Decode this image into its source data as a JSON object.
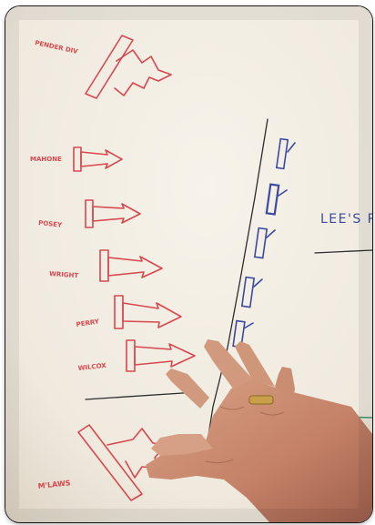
{
  "photo": {
    "board_background": "#f0ebe0",
    "red_marker": "#d8484e",
    "blue_marker": "#3a4aa0",
    "black_marker": "#2c2c2c",
    "green_marker": "#3d9a6b",
    "skin_tone": "#c78b70",
    "red_labels": [
      {
        "text": "PENDER DIV"
      },
      {
        "text": "MAHONE"
      },
      {
        "text": "POSEY"
      },
      {
        "text": "WRIGHT"
      },
      {
        "text": "PERRY"
      },
      {
        "text": "WILCOX"
      },
      {
        "text": "M'LAWS"
      }
    ],
    "blue_label": "LEE'S PL"
  }
}
